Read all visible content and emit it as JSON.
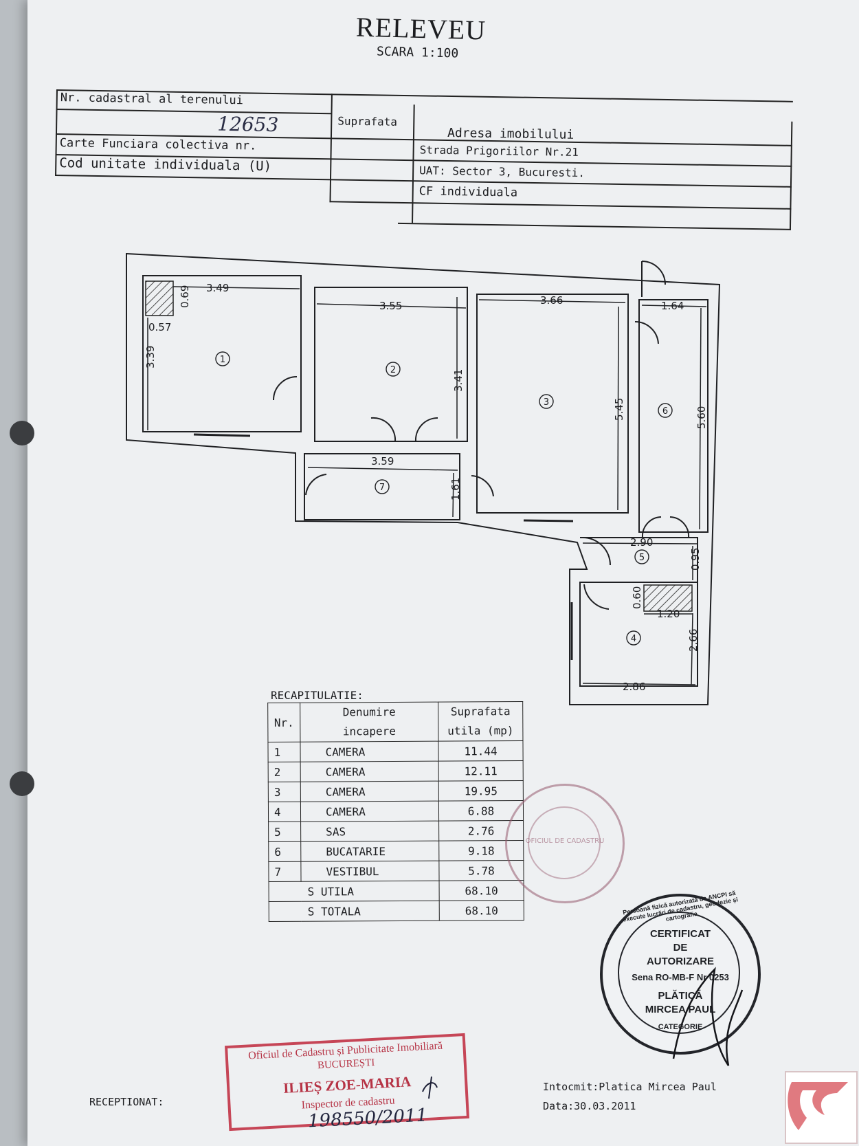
{
  "title": "RELEVEU",
  "scale": "SCARA 1:100",
  "header": {
    "cadastral_label": "Nr. cadastral al terenului",
    "cadastral_value": "12653",
    "suprafata_label": "Suprafata",
    "adresa_label": "Adresa imobilului",
    "carte_label": "Carte Funciara colectiva nr.",
    "cod_label": "Cod unitate individuala (U)",
    "strada": "Strada Prigoriilor Nr.21",
    "uat": "UAT: Sector 3, Bucuresti.",
    "cf": "CF individuala"
  },
  "plan": {
    "dims": {
      "d1_w": "3.49",
      "d1_h": "3.39",
      "d1_small_h": "0.69",
      "d1_small_w": "0.57",
      "d2_w": "3.55",
      "d2_h": "3.41",
      "d3_w": "3.66",
      "d3_h": "5.45",
      "d6_w": "1.64",
      "d6_h": "5.60",
      "d7_w": "3.59",
      "d7_h": "1.61",
      "d5_w": "2.90",
      "d5_h": "0.95",
      "d4_small_h": "0.60",
      "d4_small_w": "1.20",
      "d4_h": "2.66",
      "d4_w": "2.86"
    },
    "rooms": [
      "1",
      "2",
      "3",
      "4",
      "5",
      "6",
      "7"
    ]
  },
  "recap": {
    "title": "RECAPITULATIE:",
    "col_nr": "Nr.",
    "col_name_1": "Denumire",
    "col_name_2": "incapere",
    "col_area_1": "Suprafata",
    "col_area_2": "utila (mp)",
    "rows": [
      {
        "nr": "1",
        "name": "CAMERA",
        "area": "11.44"
      },
      {
        "nr": "2",
        "name": "CAMERA",
        "area": "12.11"
      },
      {
        "nr": "3",
        "name": "CAMERA",
        "area": "19.95"
      },
      {
        "nr": "4",
        "name": "CAMERA",
        "area": "6.88"
      },
      {
        "nr": "5",
        "name": "SAS",
        "area": "2.76"
      },
      {
        "nr": "6",
        "name": "BUCATARIE",
        "area": "9.18"
      },
      {
        "nr": "7",
        "name": "VESTIBUL",
        "area": "5.78"
      }
    ],
    "s_utila_label": "S UTILA",
    "s_utila": "68.10",
    "s_totala_label": "S TOTALA",
    "s_totala": "68.10"
  },
  "stamps": {
    "cert_ring": "Persoană fizică autorizată de ANCPI să execute lucrări de cadastru, geodezie și cartografie",
    "cert_1": "CERTIFICAT",
    "cert_2": "DE",
    "cert_3": "AUTORIZARE",
    "cert_4": "Sena RO-MB-F Nr 0253",
    "cert_5": "PLĂTICĂ",
    "cert_6": "MIRCEA PAUL",
    "cert_7": "CATEGORIE",
    "ocpi_1": "Oficiul de Cadastru și Publicitate Imobiliară",
    "ocpi_2": "BUCUREȘTI",
    "ocpi_3": "ILIEȘ ZOE-MARIA",
    "ocpi_4": "Inspector de cadastru",
    "round_stamp": "OFICIUL DE CADASTRU"
  },
  "footer": {
    "receptionat": "RECEPTIONAT:",
    "intocmit": "Intocmit:Platica Mircea Paul",
    "data": "Data:30.03.2011",
    "reg_nr": "198550/2011"
  }
}
